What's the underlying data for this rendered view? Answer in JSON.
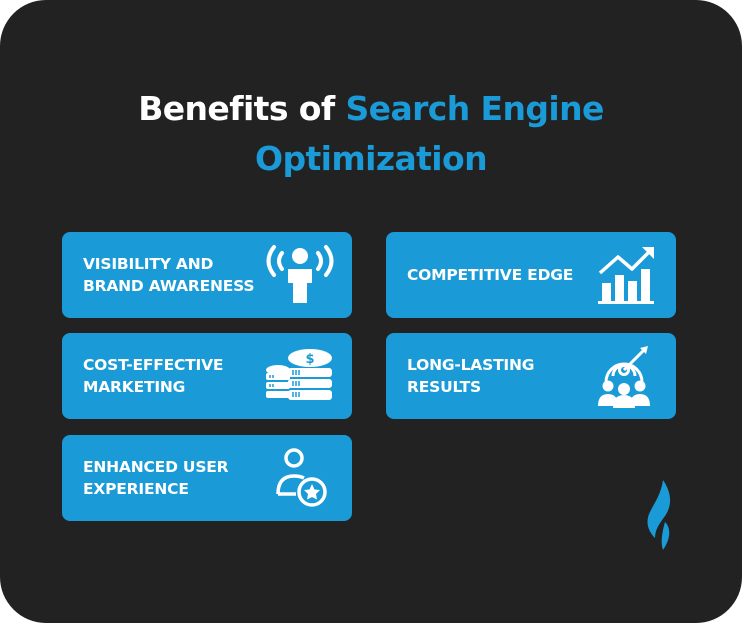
{
  "title": {
    "part1": "Benefits of ",
    "part2_line1": "Search Engine",
    "part2_line2": "Optimization"
  },
  "colors": {
    "background": "#222222",
    "accent": "#1a9ad6",
    "text": "#ffffff"
  },
  "benefits": [
    {
      "label_line1": "VISIBILITY AND",
      "label_line2": "BRAND AWARENESS",
      "icon": "broadcast-person-icon"
    },
    {
      "label_line1": "COMPETITIVE EDGE",
      "label_line2": "",
      "icon": "growth-chart-icon"
    },
    {
      "label_line1": "COST-EFFECTIVE",
      "label_line2": "MARKETING",
      "icon": "coin-stacks-icon"
    },
    {
      "label_line1": "LONG-LASTING",
      "label_line2": "RESULTS",
      "icon": "target-audience-icon"
    },
    {
      "label_line1": "ENHANCED USER",
      "label_line2": "EXPERIENCE",
      "icon": "user-star-icon"
    }
  ],
  "logo": {
    "icon": "flame-logo-icon"
  }
}
